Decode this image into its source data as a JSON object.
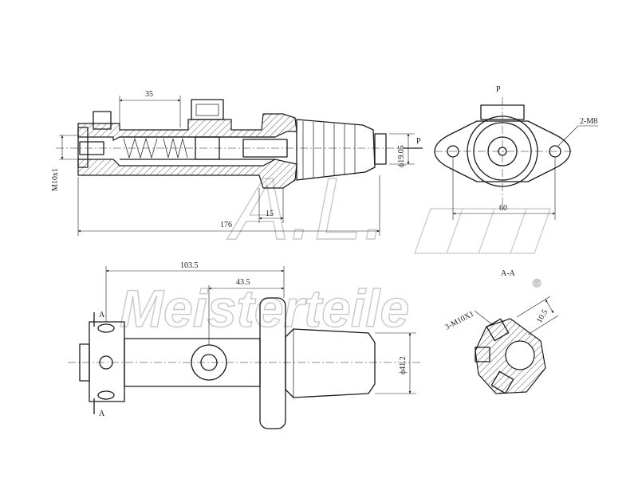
{
  "dimensions": {
    "top_length_35": "35",
    "top_diameter": "ϕ19.05",
    "top_thread": "M10x1",
    "top_length_15": "15",
    "top_total": "176",
    "side_length_103": "103.5",
    "side_length_43": "43.5",
    "side_diameter": "ϕ41.2",
    "end_mount_holes": "2-M8",
    "end_hole_spacing": "60",
    "section_ports": "3-M10X1",
    "section_offset": "10.5"
  },
  "labels": {
    "port_p_side": "P",
    "port_p_end": "P",
    "section_mark_top": "A",
    "section_mark_bottom": "A",
    "section_title": "A-A"
  },
  "watermark": {
    "brand": "Meisterteile",
    "monogram": "A.L.",
    "registered": "®"
  }
}
